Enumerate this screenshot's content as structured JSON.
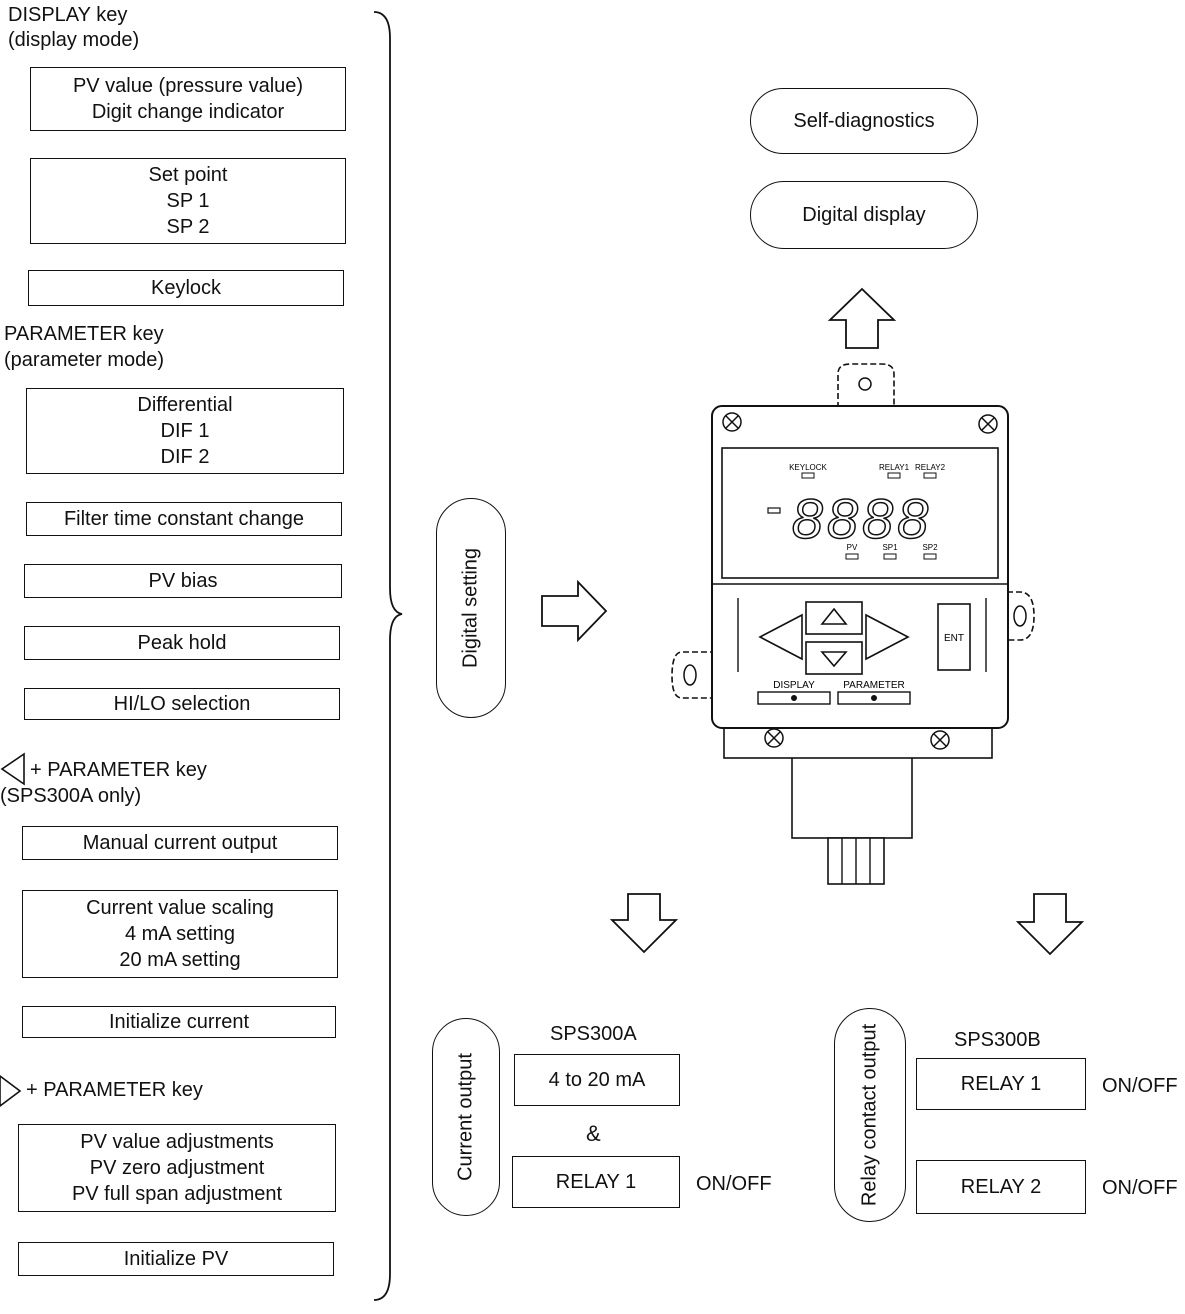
{
  "left": {
    "display_key": "DISPLAY key",
    "display_mode": "(display mode)",
    "pv_box": [
      "PV value (pressure value)",
      "Digit change indicator"
    ],
    "setpoint_box": [
      "Set point",
      "SP 1",
      "SP 2"
    ],
    "keylock": "Keylock",
    "parameter_key": "PARAMETER key",
    "parameter_mode": "(parameter mode)",
    "differential_box": [
      "Differential",
      "DIF 1",
      "DIF 2"
    ],
    "filter": "Filter time constant change",
    "pv_bias": "PV bias",
    "peak_hold": "Peak hold",
    "hilo": "HI/LO selection",
    "left_param_key": "+ PARAMETER key",
    "sps300a_only": "(SPS300A only)",
    "manual_current": "Manual current output",
    "scaling_box": [
      "Current value scaling",
      "4 mA setting",
      "20 mA setting"
    ],
    "init_current": "Initialize current",
    "right_param_key": "+ PARAMETER key",
    "pv_adjust_box": [
      "PV value adjustments",
      "PV zero adjustment",
      "PV full span adjustment"
    ],
    "init_pv": "Initialize PV"
  },
  "center": {
    "digital_setting": "Digital setting"
  },
  "top": {
    "self_diag": "Self-diagnostics",
    "digital_display": "Digital display"
  },
  "device": {
    "keylock_led": "KEYLOCK",
    "relay1_led": "RELAY1",
    "relay2_led": "RELAY2",
    "pv_led": "PV",
    "sp1_led": "SP1",
    "sp2_led": "SP2",
    "ent": "ENT",
    "display_btn": "DISPLAY",
    "parameter_btn": "PARAMETER",
    "digits": "8888"
  },
  "outputs": {
    "current_output": "Current output",
    "sps300a": "SPS300A",
    "ma": "4 to 20 mA",
    "amp": "&",
    "relay1_a": "RELAY 1",
    "onoff_a": "ON/OFF",
    "relay_contact": "Relay contact output",
    "sps300b": "SPS300B",
    "relay1_b": "RELAY 1",
    "onoff_b1": "ON/OFF",
    "relay2_b": "RELAY 2",
    "onoff_b2": "ON/OFF"
  }
}
